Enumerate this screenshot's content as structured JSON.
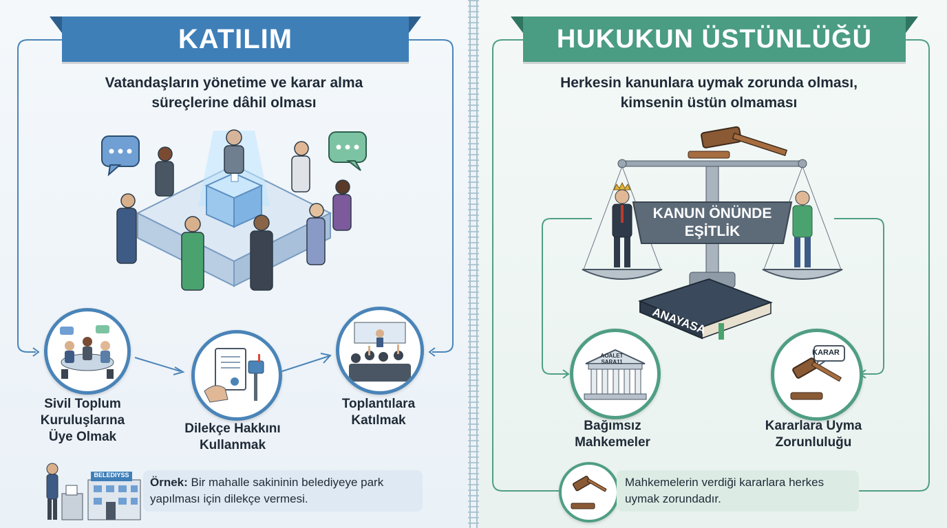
{
  "left": {
    "title": "KATILIM",
    "subtitle_line1": "Vatandaşların yönetime ve karar alma",
    "subtitle_line2": "süreçlerine dâhil olması",
    "items": [
      {
        "line1": "Sivil Toplum",
        "line2": "Kuruluşlarına",
        "line3": "Üye Olmak"
      },
      {
        "line1": "Dilekçe Hakkını",
        "line2": "Kullanmak"
      },
      {
        "line1": "Toplantılara",
        "line2": "Katılmak"
      }
    ],
    "building_sign": "BELEDIYSS",
    "example_label": "Örnek:",
    "example_text": " Bir mahalle sakininin belediyeye park yapılması için dilekçe vermesi."
  },
  "right": {
    "title": "HUKUKUN ÜSTÜNLÜĞÜ",
    "subtitle_line1": "Herkesin kanunlara uymak zorunda olması,",
    "subtitle_line2": "kimsenin üstün olmaması",
    "scale_banner_line1": "KANUN ÖNÜNDE",
    "scale_banner_line2": "EŞİTLİK",
    "book_label": "ANAYASA",
    "courthouse_sign": "AOALET SARA11",
    "decision_bubble": "KARAR",
    "items": [
      {
        "line1": "Bağımsız",
        "line2": "Mahkemeler"
      },
      {
        "line1": "Kararlara Uyma",
        "line2": "Zorunluluğu"
      }
    ],
    "note_text": "Mahkemelerin verdiği kararlara herkes uymak zorundadır."
  },
  "colors": {
    "blue_accent": "#3f7fb8",
    "green_accent": "#4a9c82",
    "dark_text": "#1f2a36"
  }
}
